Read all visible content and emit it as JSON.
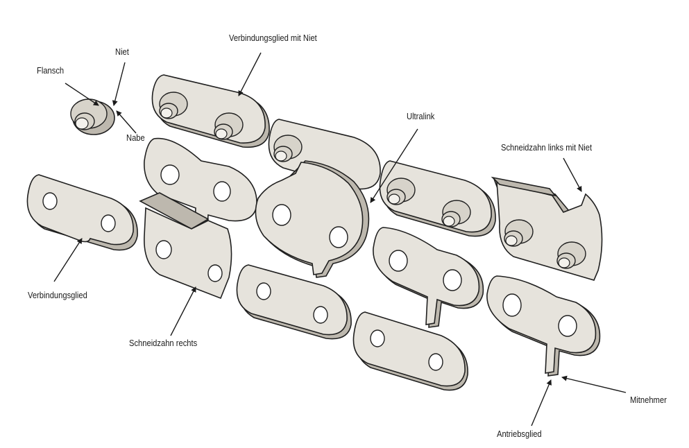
{
  "labels": {
    "niet": "Niet",
    "flansch": "Flansch",
    "nabe": "Nabe",
    "verbindungsglied_mit_niet": "Verbindungsglied mit Niet",
    "ultralink": "Ultralink",
    "schneidzahn_links_mit_niet": "Schneidzahn links mit Niet",
    "verbindungsglied": "Verbindungsglied",
    "schneidzahn_rechts": "Schneidzahn rechts",
    "mitnehmer": "Mitnehmer",
    "antriebsglied": "Antriebsglied"
  },
  "colors": {
    "metal_face": "#e6e3dc",
    "metal_edge": "#bdb8ae",
    "outline": "#1f1f1f",
    "text": "#1a1a1a"
  }
}
